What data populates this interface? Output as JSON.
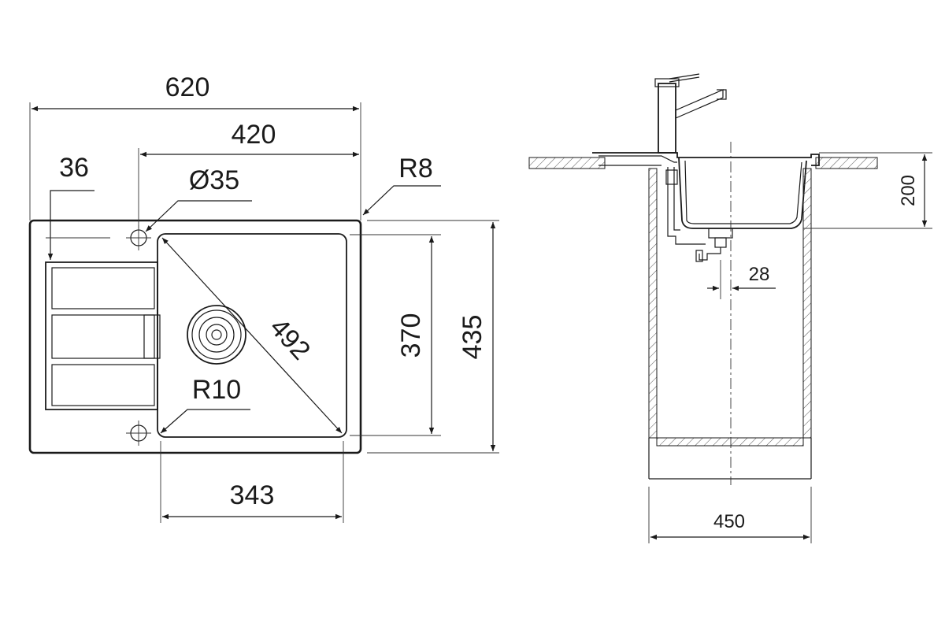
{
  "top_view": {
    "overall_width": "620",
    "bowl_area_width": "420",
    "tap_offset": "36",
    "tap_hole": "Ø35",
    "outer_radius": "R8",
    "inner_radius": "R10",
    "bowl_diagonal": "492",
    "bowl_depth": "370",
    "overall_depth": "435",
    "bowl_width": "343"
  },
  "side_view": {
    "bowl_height": "200",
    "waste_offset": "28",
    "cabinet_width": "450"
  },
  "colors": {
    "line": "#1a1a1a",
    "background": "#ffffff"
  }
}
